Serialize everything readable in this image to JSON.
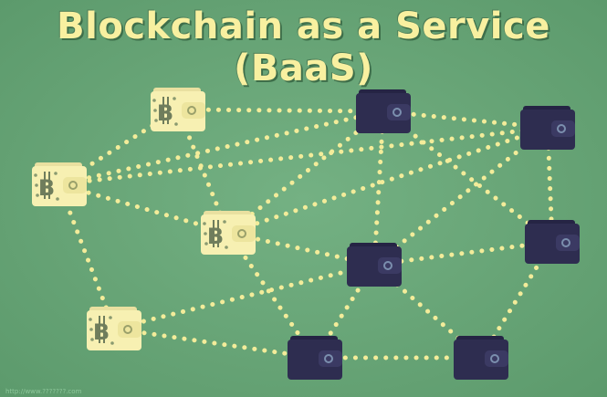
{
  "title": "Blockchain as a Service (BaaS)",
  "watermark": "http://www.???????.com",
  "colors": {
    "background": "#6aa77a",
    "title": "#f8f0a0",
    "light_wallet": "#f7f0b2",
    "dark_wallet": "#2e2d50",
    "dots": "#f3ec9a"
  },
  "nodes": [
    {
      "id": "light-wallet-1",
      "type": "bitcoin-wallet"
    },
    {
      "id": "light-wallet-2",
      "type": "bitcoin-wallet"
    },
    {
      "id": "light-wallet-3",
      "type": "bitcoin-wallet"
    },
    {
      "id": "light-wallet-4",
      "type": "bitcoin-wallet"
    },
    {
      "id": "dark-wallet-1",
      "type": "wallet"
    },
    {
      "id": "dark-wallet-2",
      "type": "wallet"
    },
    {
      "id": "dark-wallet-3",
      "type": "wallet"
    },
    {
      "id": "dark-wallet-4",
      "type": "wallet"
    },
    {
      "id": "dark-wallet-5",
      "type": "wallet"
    },
    {
      "id": "dark-wallet-6",
      "type": "wallet"
    }
  ],
  "edges": [
    [
      "light-wallet-1",
      "dark-wallet-1"
    ],
    [
      "light-wallet-1",
      "light-wallet-2"
    ],
    [
      "light-wallet-1",
      "light-wallet-3"
    ],
    [
      "light-wallet-2",
      "dark-wallet-2"
    ],
    [
      "light-wallet-2",
      "light-wallet-3"
    ],
    [
      "light-wallet-2",
      "light-wallet-4"
    ],
    [
      "light-wallet-2",
      "dark-wallet-1"
    ],
    [
      "light-wallet-3",
      "dark-wallet-1"
    ],
    [
      "light-wallet-3",
      "dark-wallet-2"
    ],
    [
      "light-wallet-3",
      "dark-wallet-4"
    ],
    [
      "light-wallet-3",
      "dark-wallet-5"
    ],
    [
      "light-wallet-4",
      "dark-wallet-4"
    ],
    [
      "light-wallet-4",
      "dark-wallet-5"
    ],
    [
      "dark-wallet-1",
      "dark-wallet-2"
    ],
    [
      "dark-wallet-1",
      "dark-wallet-4"
    ],
    [
      "dark-wallet-1",
      "dark-wallet-3"
    ],
    [
      "dark-wallet-2",
      "dark-wallet-3"
    ],
    [
      "dark-wallet-2",
      "dark-wallet-4"
    ],
    [
      "dark-wallet-3",
      "dark-wallet-4"
    ],
    [
      "dark-wallet-3",
      "dark-wallet-6"
    ],
    [
      "dark-wallet-4",
      "dark-wallet-5"
    ],
    [
      "dark-wallet-4",
      "dark-wallet-6"
    ],
    [
      "dark-wallet-5",
      "dark-wallet-6"
    ]
  ]
}
